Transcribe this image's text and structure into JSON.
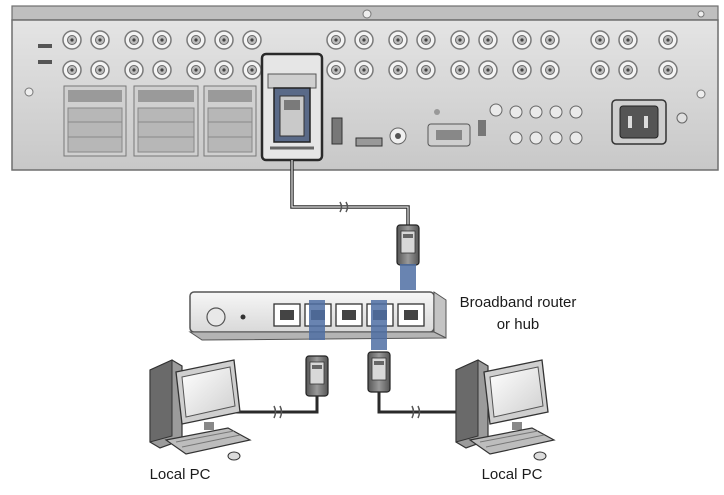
{
  "labels": {
    "router_line1": "Broadband router",
    "router_line2": "or hub",
    "local_pc_left": "Local PC",
    "local_pc_right": "Local PC"
  },
  "colors": {
    "panel": "#d7d7d7",
    "panel_edge": "#8a8a8a",
    "port_highlight": "#4a6a9a",
    "cable": "#2a2a2a",
    "router_body": "#eeeeee"
  },
  "icons": {
    "dvr": "dvr-rear-panel-icon",
    "router": "router-icon",
    "pc": "desktop-pc-icon",
    "cable": "ethernet-cable-icon"
  }
}
